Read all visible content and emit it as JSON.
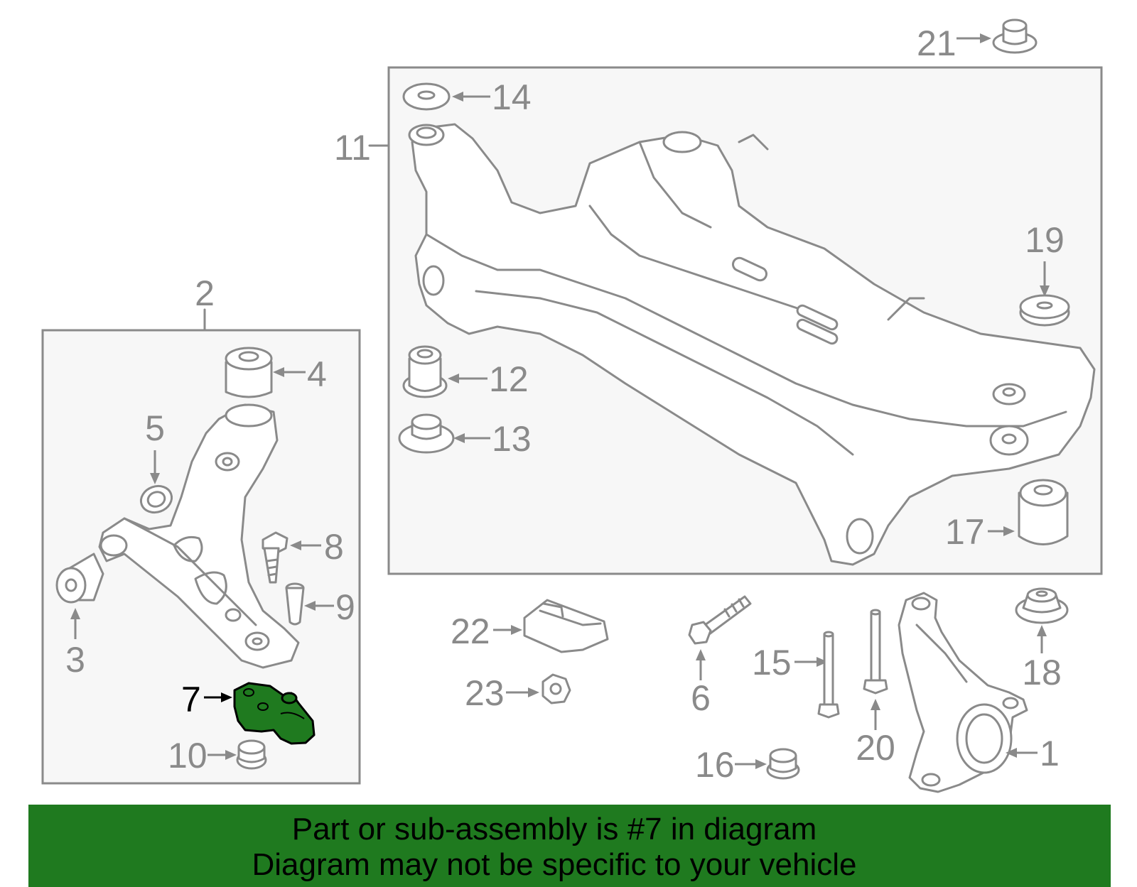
{
  "diagram": {
    "highlight_color": "#1f7a1f",
    "callouts": {
      "c1": "1",
      "c2": "2",
      "c3": "3",
      "c4": "4",
      "c5": "5",
      "c6": "6",
      "c7": "7",
      "c8": "8",
      "c9": "9",
      "c10": "10",
      "c11": "11",
      "c12": "12",
      "c13": "13",
      "c14": "14",
      "c15": "15",
      "c16": "16",
      "c17": "17",
      "c18": "18",
      "c19": "19",
      "c20": "20",
      "c21": "21",
      "c22": "22",
      "c23": "23"
    }
  },
  "banner": {
    "line1": "Part or sub-assembly is #7 in diagram",
    "line2": "Diagram may not be specific to your vehicle",
    "color": "#1f7a1f"
  }
}
